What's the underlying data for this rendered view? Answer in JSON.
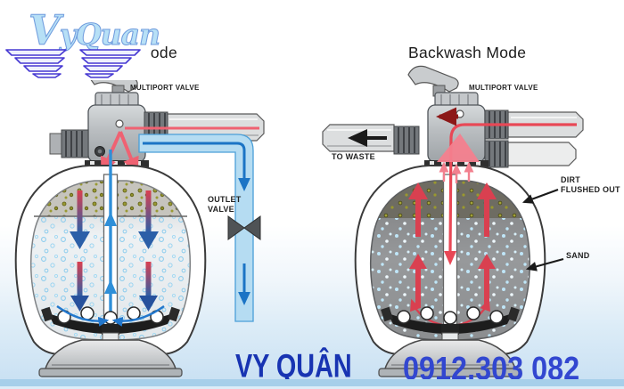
{
  "logo": {
    "text": "VyQuan"
  },
  "left_diagram": {
    "title": "Mode",
    "multiport_label": "MULTIPORT VALVE",
    "outlet_label_1": "OUTLET",
    "outlet_label_2": "VALVE"
  },
  "right_diagram": {
    "title": "Backwash Mode",
    "multiport_label": "MULTIPORT VALVE",
    "to_waste_label": "TO WASTE",
    "dirt_label_1": "DIRT",
    "dirt_label_2": "FLUSHED OUT",
    "sand_label": "SAND"
  },
  "watermark": {
    "name": "VY QUÂN",
    "phone": "0912.303 082"
  },
  "colors": {
    "inlet_flow_red": "#ef6272",
    "outlet_flow_blue": "#1b74c5",
    "waste_flow_dark_red": "#8c1818",
    "watermark_name_blue": "#1834b2",
    "watermark_phone_blue": "#3247d0",
    "logo_fill": "#b7e0f6",
    "logo_stroke": "#6f9bdd"
  }
}
